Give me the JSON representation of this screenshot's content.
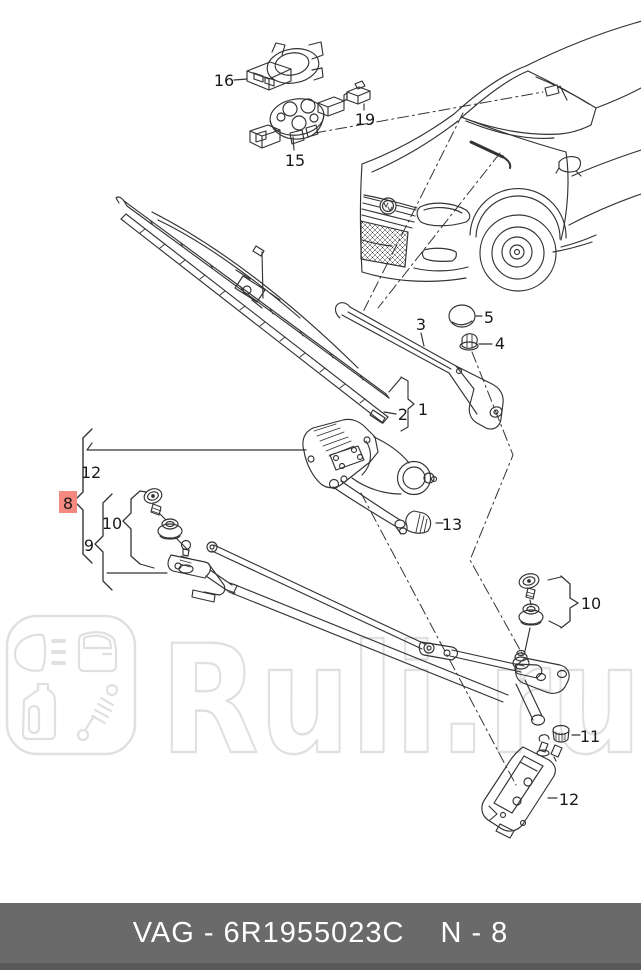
{
  "page": {
    "type": "auto-parts-catalog-diagram",
    "subject": "windshield wiper system exploded view with vehicle front"
  },
  "watermark": {
    "text": "Ruli.ru",
    "color": "#e2e2e2",
    "logo_icons": [
      "headlight-icon",
      "car-door-icon",
      "oil-canister-icon",
      "shock-absorber-icon"
    ]
  },
  "highlight": {
    "label": "8",
    "bg": "#f5897f",
    "text_color": "#9e2b20"
  },
  "callouts": [
    {
      "label": "16"
    },
    {
      "label": "19"
    },
    {
      "label": "15"
    },
    {
      "label": "3"
    },
    {
      "label": "5"
    },
    {
      "label": "4"
    },
    {
      "label": "1"
    },
    {
      "label": "2"
    },
    {
      "label": "12"
    },
    {
      "label": "10"
    },
    {
      "label": "9"
    },
    {
      "label": "13"
    },
    {
      "label": "10"
    },
    {
      "label": "11"
    },
    {
      "label": "12"
    }
  ],
  "footer": {
    "left_text": "VAG - 6R1955023C",
    "right_text": "N - 8",
    "bg": "#6a6a6a",
    "text_color": "#ffffff"
  },
  "colors": {
    "line": "#333333",
    "watermark": "#e2e2e2",
    "highlight_bg": "#f5897f"
  }
}
